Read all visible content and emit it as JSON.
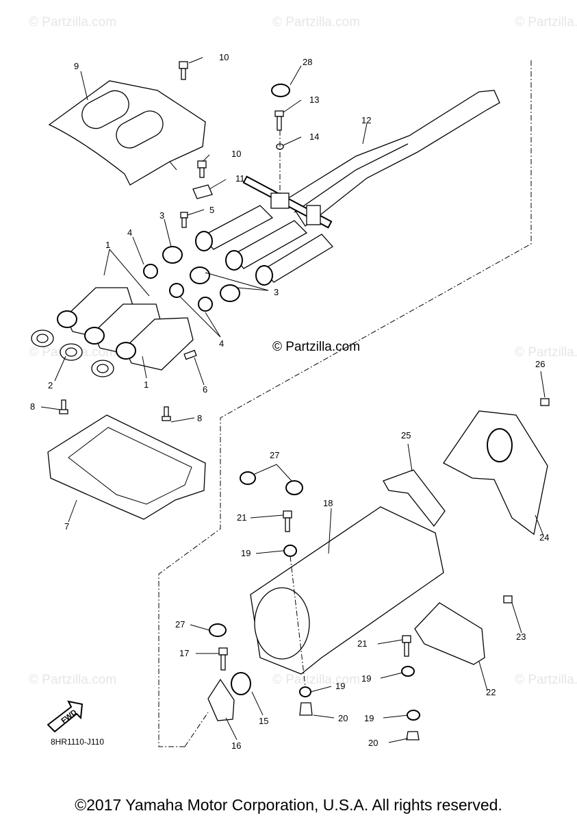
{
  "watermark": "© Partzilla.com",
  "mid_copyright": "© Partzilla.com",
  "diagram_code": "8HR1110-J110",
  "fwd_label": "FWD",
  "footer": "©2017 Yamaha Motor Corporation, U.S.A. All rights reserved.",
  "callouts": {
    "p1a": "1",
    "p1b": "1",
    "p2": "2",
    "p3a": "3",
    "p3b": "3",
    "p4a": "4",
    "p4b": "4",
    "p5": "5",
    "p6": "6",
    "p7": "7",
    "p8a": "8",
    "p8b": "8",
    "p9": "9",
    "p10a": "10",
    "p10b": "10",
    "p11": "11",
    "p12": "12",
    "p13": "13",
    "p14": "14",
    "p15": "15",
    "p16": "16",
    "p17": "17",
    "p18": "18",
    "p19a": "19",
    "p19b": "19",
    "p19c": "19",
    "p19d": "19",
    "p20a": "20",
    "p20b": "20",
    "p21a": "21",
    "p21b": "21",
    "p22": "22",
    "p23": "23",
    "p24": "24",
    "p25": "25",
    "p26": "26",
    "p27a": "27",
    "p27b": "27",
    "p28": "28"
  }
}
